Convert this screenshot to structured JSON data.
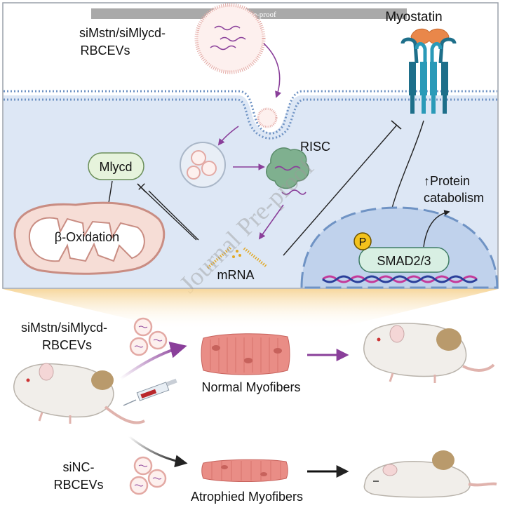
{
  "banner": {
    "text": "Journal Pre-proof"
  },
  "watermark": {
    "text": "Journal Pre-proof"
  },
  "cell": {
    "rbcev_label_line1": "siMstn/siMlycd-",
    "rbcev_label_line2": "RBCEVs",
    "myostatin": "Myostatin",
    "risc": "RISC",
    "mlycd": "Mlycd",
    "beta_oxidation": "β-Oxidation",
    "mrna": "mRNA",
    "phospho": "P",
    "smad": "SMAD2/3",
    "protein_line1": "↑Protein",
    "protein_line2": "catabolism"
  },
  "mice": {
    "treated_line1": "siMstn/siMlycd-",
    "treated_line2": "RBCEVs",
    "normal_myofibers": "Normal Myofibers",
    "control_line1": "siNC-",
    "control_line2": "RBCEVs",
    "atrophied_myofibers": "Atrophied Myofibers"
  },
  "colors": {
    "cell_fill": "#dde7f5",
    "membrane": "#6f93c4",
    "purple_arrow": "#8a3f9a",
    "mito_fill": "#f6ddd6",
    "mito_stroke": "#c98d83",
    "mlycd_fill": "#e6f3dc",
    "smad_fill": "#d8efe3",
    "phospho": "#f3c21c",
    "muscle": "#e98d86",
    "mouse_patch": "#b99a6c"
  }
}
